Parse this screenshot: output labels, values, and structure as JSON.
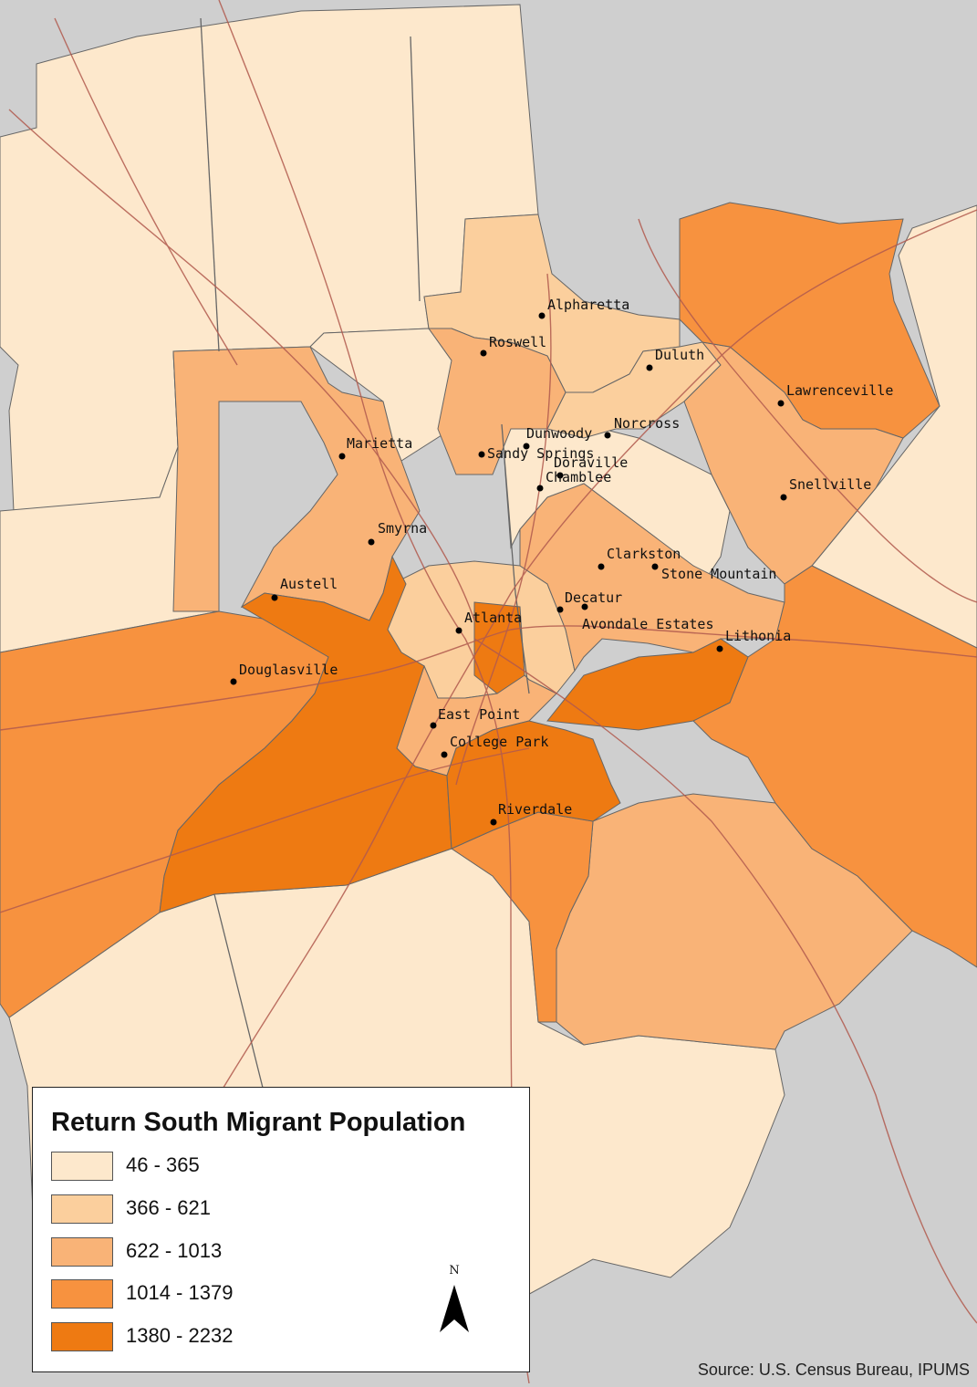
{
  "legend": {
    "title": "Return South Migrant Population",
    "classes": [
      {
        "label": "46 - 365",
        "color": "#fde8cc"
      },
      {
        "label": "366 - 621",
        "color": "#fbcf9d"
      },
      {
        "label": "622 - 1013",
        "color": "#f9b377"
      },
      {
        "label": "1014 - 1379",
        "color": "#f7923f"
      },
      {
        "label": "1380 - 2232",
        "color": "#ee7a12"
      }
    ]
  },
  "north_arrow": {
    "label": "N"
  },
  "source": "Source: U.S. Census Bureau, IPUMS",
  "colors": {
    "background": "#cfcfcf",
    "roads": "#b15a4e",
    "borders": "#666666"
  },
  "cities": [
    {
      "id": "alpharetta",
      "name": "Alpharetta"
    },
    {
      "id": "roswell",
      "name": "Roswell"
    },
    {
      "id": "duluth",
      "name": "Duluth"
    },
    {
      "id": "lawrenceville",
      "name": "Lawrenceville"
    },
    {
      "id": "marietta",
      "name": "Marietta"
    },
    {
      "id": "dunwoody",
      "name": "Dunwoody"
    },
    {
      "id": "norcross",
      "name": "Norcross"
    },
    {
      "id": "sandy-springs",
      "name": "Sandy Springs"
    },
    {
      "id": "doraville",
      "name": "Doraville"
    },
    {
      "id": "chamblee",
      "name": "Chamblee"
    },
    {
      "id": "snellville",
      "name": "Snellville"
    },
    {
      "id": "smyrna",
      "name": "Smyrna"
    },
    {
      "id": "clarkston",
      "name": "Clarkston"
    },
    {
      "id": "stone-mountain",
      "name": "Stone Mountain"
    },
    {
      "id": "austell",
      "name": "Austell"
    },
    {
      "id": "decatur",
      "name": "Decatur"
    },
    {
      "id": "atlanta",
      "name": "Atlanta"
    },
    {
      "id": "avondale-estates",
      "name": "Avondale Estates"
    },
    {
      "id": "lithonia",
      "name": "Lithonia"
    },
    {
      "id": "douglasville",
      "name": "Douglasville"
    },
    {
      "id": "east-point",
      "name": "East Point"
    },
    {
      "id": "college-park",
      "name": "College Park"
    },
    {
      "id": "riverdale",
      "name": "Riverdale"
    }
  ]
}
